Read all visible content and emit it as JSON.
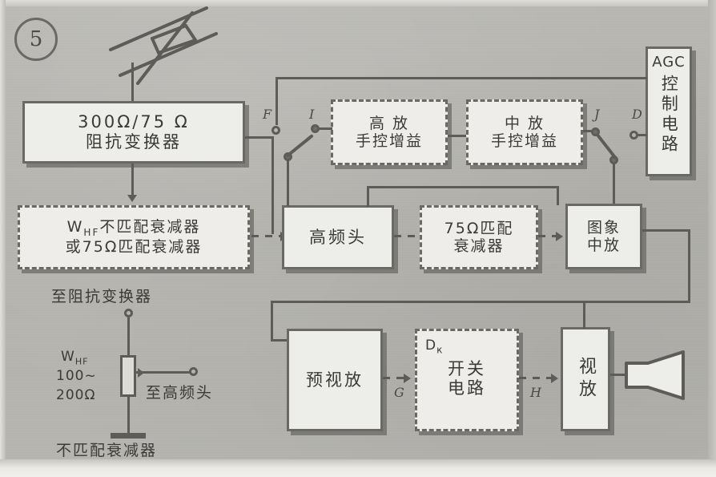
{
  "page": {
    "number": "5",
    "bg_color": "#b6b5b0",
    "ink_color": "#5d5c58",
    "box_fill": "#ededea"
  },
  "antenna": {
    "name": "antenna-symbol"
  },
  "blocks": {
    "impedance_transformer": {
      "line1": "300Ω/75 Ω",
      "line2": "阻抗变换器",
      "style": "solid"
    },
    "mismatch_attenuator": {
      "line1": "W",
      "line1_sub": "HF",
      "line1_rest": "不匹配衰减器",
      "line2": "或75Ω匹配衰减器",
      "style": "dashed"
    },
    "rf_manual_gain": {
      "line1": "高 放",
      "line2": "手控增益",
      "style": "dashed"
    },
    "if_manual_gain": {
      "line1": "中 放",
      "line2": "手控增益",
      "style": "dashed"
    },
    "agc": {
      "top": "AGC",
      "vertical": "控制电路",
      "style": "solid"
    },
    "tuner": {
      "line1": "高频头",
      "style": "solid"
    },
    "matched_attenuator": {
      "line1": "75Ω匹配",
      "line2": "衰减器",
      "style": "dashed"
    },
    "video_if": {
      "line1": "图象",
      "line2": "中放",
      "style": "solid"
    },
    "pre_video_amp": {
      "line1": "预视放",
      "style": "solid"
    },
    "switch_circuit": {
      "tag": "D",
      "tag_sub": "к",
      "line1": "开关",
      "line2": "电路",
      "style": "dashed"
    },
    "video_amp": {
      "vertical": "视放",
      "style": "solid"
    }
  },
  "node_labels": {
    "F": "F",
    "I": "I",
    "J": "J",
    "D": "D",
    "G": "G",
    "H": "H"
  },
  "attenuator_schematic": {
    "top_label": "至阻抗变换器",
    "pot_label_1": "W",
    "pot_label_1_sub": "HF",
    "pot_label_2": "100~",
    "pot_label_3": "200Ω",
    "tap_label": "至高频头",
    "caption": "不匹配衰减器"
  }
}
